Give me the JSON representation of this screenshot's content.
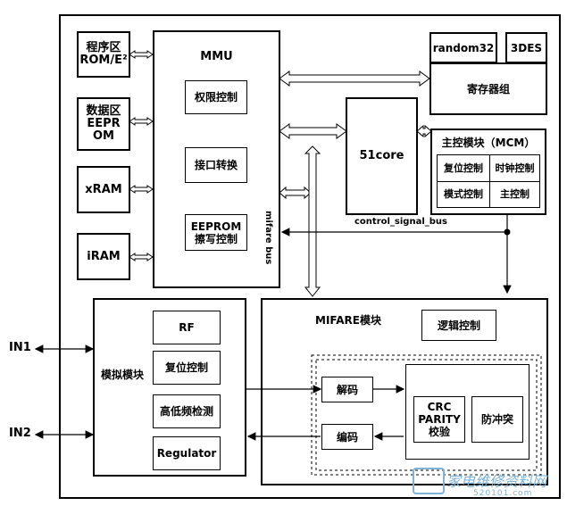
{
  "blocks": {
    "program_area": "程序区\nROM/E²",
    "data_area": "数据区\nEEPR\nOM",
    "xram": "xRAM",
    "iram": "iRAM",
    "mmu": "MMU",
    "permission_ctrl": "权限控制",
    "interface_conv": "接口转换",
    "eeprom_ctrl": "EEPROM\n擦写控制",
    "core": "51core",
    "random32": "random32",
    "des3": "3DES",
    "register_group": "寄存器组",
    "mcm_title": "主控模块（MCM）",
    "reset_ctrl_mcm": "复位控制",
    "clock_ctrl": "时钟控制",
    "mode_ctrl": "模式控制",
    "master_ctrl": "主控制",
    "analog_title": "模拟模块",
    "rf": "RF",
    "reset_ctrl_analog": "复位控制",
    "hilo_detect": "高低频检测",
    "regulator": "Regulator",
    "mifare_title": "MIFARE模块",
    "logic_ctrl": "逻辑控制",
    "decode": "解码",
    "encode": "编码",
    "crc_parity": "CRC\nPARITY\n校验",
    "anticollision": "防冲突"
  },
  "labels": {
    "mifare_bus": "mifare bus",
    "control_signal_bus": "control_signal_bus",
    "in1": "IN1",
    "in2": "IN2"
  },
  "watermark": {
    "text": "家电维修资料网",
    "url": "520101.com"
  }
}
